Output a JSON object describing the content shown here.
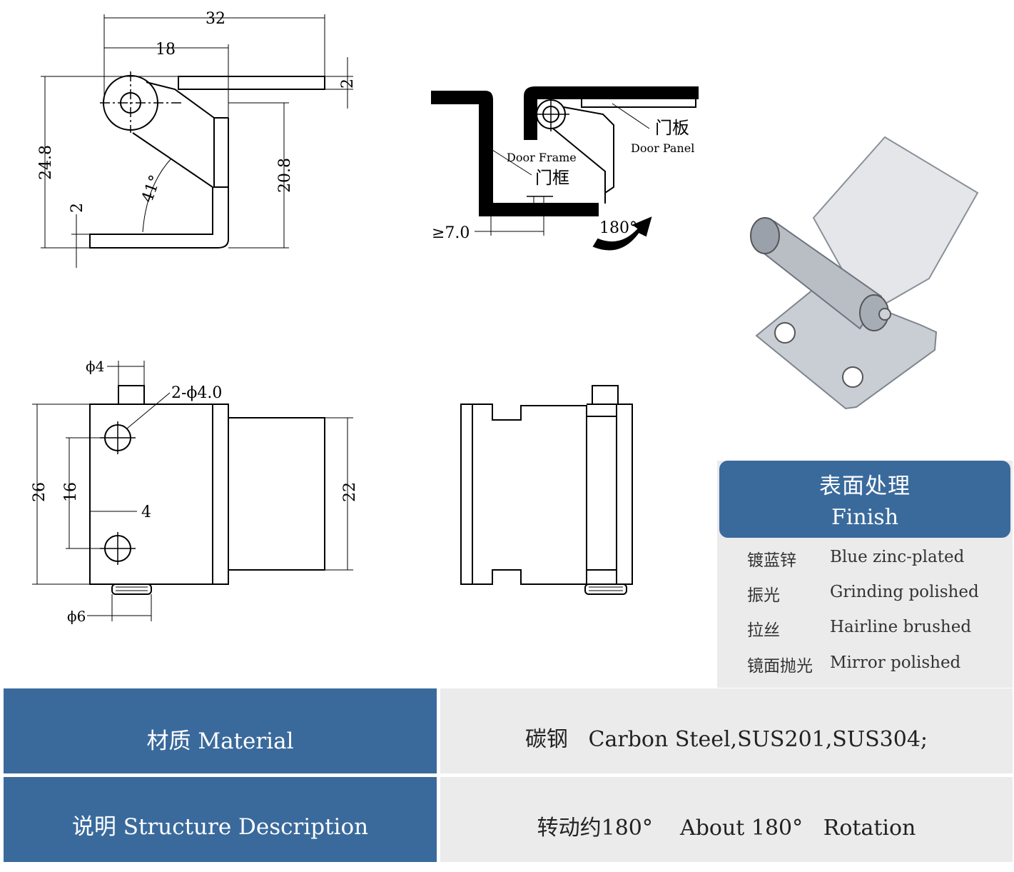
{
  "drawing": {
    "dim_32": "32",
    "dim_18": "18",
    "dim_2_top": "2",
    "dim_24_8": "24.8",
    "dim_20_8": "20.8",
    "dim_2_left": "2",
    "angle_41": "41°",
    "door_frame_en": "Door Frame",
    "door_frame_zh": "门框",
    "door_panel_zh": "门板",
    "door_panel_en": "Door Panel",
    "min_gap": "≥7.0",
    "rotation": "180°",
    "dim_phi4": "ϕ4",
    "dim_2phi4": "2-ϕ4.0",
    "dim_26": "26",
    "dim_16": "16",
    "dim_4": "4",
    "dim_22": "22",
    "dim_phi6": "ϕ6"
  },
  "finish": {
    "title_zh": "表面处理",
    "title_en": "Finish",
    "items": [
      {
        "zh": "镀蓝锌",
        "en": "Blue zinc-plated"
      },
      {
        "zh": "振光",
        "en": "Grinding polished"
      },
      {
        "zh": "拉丝",
        "en": "Hairline brushed"
      },
      {
        "zh": "镜面抛光",
        "en": "Mirror polished"
      }
    ]
  },
  "specs": {
    "material_label": "材质 Material",
    "material_value": "碳钢   Carbon Steel,SUS201,SUS304;",
    "description_label": "说明 Structure Description",
    "description_value": "转动约180°    About 180°   Rotation"
  },
  "colors": {
    "header_blue": "#3a6a9c",
    "panel_grey": "#ebebeb"
  }
}
